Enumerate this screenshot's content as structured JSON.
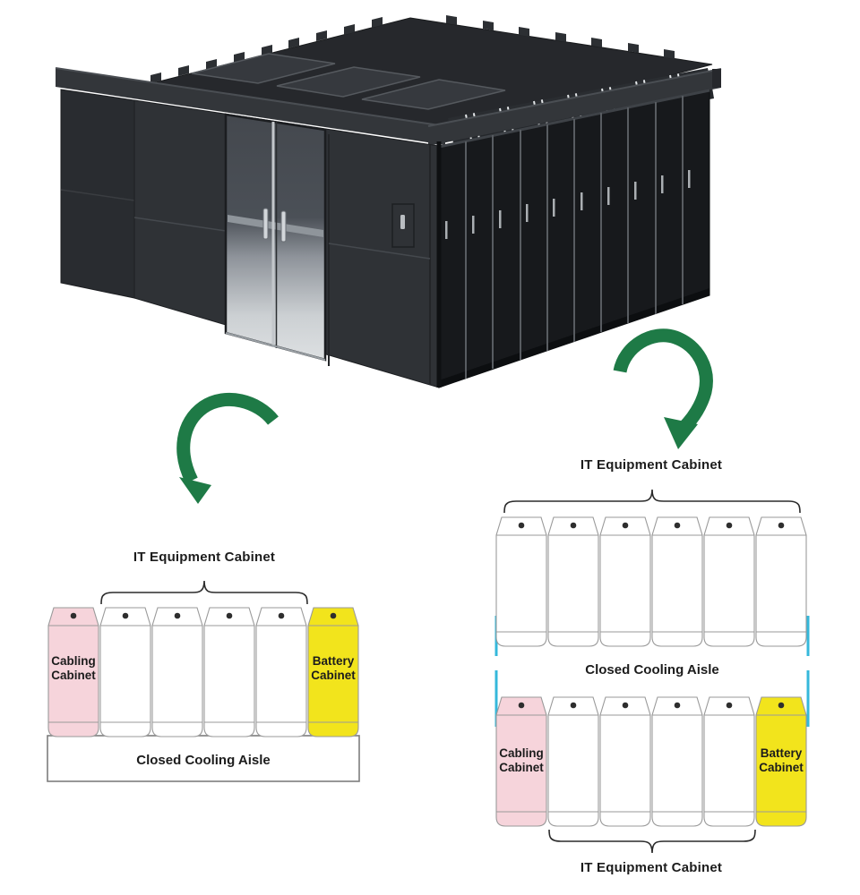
{
  "colors": {
    "cabling_pink": "#F6D4DB",
    "battery_yellow": "#F2E41C",
    "aisle_boundary_cyan": "#35B8DB",
    "arrow_green": "#1E7A46",
    "enclosure_black": "#26282C"
  },
  "left_diagram": {
    "title": "IT Equipment Cabinet",
    "cabinets": [
      {
        "type": "cabling",
        "label": "Cabling Cabinet",
        "color": "#F6D4DB"
      },
      {
        "type": "it"
      },
      {
        "type": "it"
      },
      {
        "type": "it"
      },
      {
        "type": "it"
      },
      {
        "type": "battery",
        "label": "Battery Cabinet",
        "color": "#F2E41C"
      }
    ],
    "aisle_label": "Closed Cooling Aisle"
  },
  "right_diagram": {
    "top_title": "IT Equipment Cabinet",
    "top_row": [
      {
        "type": "it"
      },
      {
        "type": "it"
      },
      {
        "type": "it"
      },
      {
        "type": "it"
      },
      {
        "type": "it"
      },
      {
        "type": "it"
      }
    ],
    "aisle_label": "Closed Cooling Aisle",
    "bottom_row": [
      {
        "type": "cabling",
        "label": "Cabling Cabinet",
        "color": "#F6D4DB"
      },
      {
        "type": "it"
      },
      {
        "type": "it"
      },
      {
        "type": "it"
      },
      {
        "type": "it"
      },
      {
        "type": "battery",
        "label": "Battery Cabinet",
        "color": "#F2E41C"
      }
    ],
    "bottom_title": "IT Equipment Cabinet"
  }
}
